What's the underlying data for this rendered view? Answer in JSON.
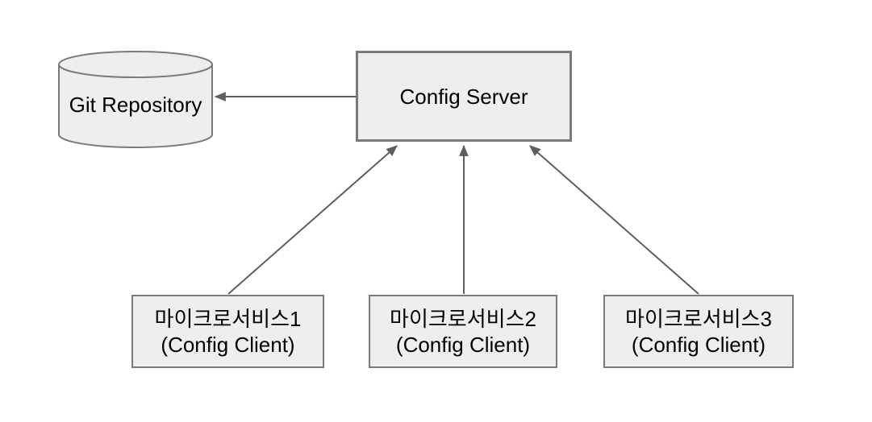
{
  "diagram": {
    "background_color": "#ffffff",
    "node_fill_color": "#eeeeee",
    "node_border_color": "#7a7a7a",
    "arrow_color": "#5f5f5f",
    "text_color": "#000000"
  },
  "nodes": {
    "git_repository": {
      "label": "Git Repository",
      "shape": "cylinder"
    },
    "config_server": {
      "label": "Config Server",
      "shape": "rectangle"
    },
    "client_1": {
      "label": "마이크로서비스1",
      "sublabel": "(Config Client)",
      "shape": "rectangle"
    },
    "client_2": {
      "label": "마이크로서비스2",
      "sublabel": "(Config Client)",
      "shape": "rectangle"
    },
    "client_3": {
      "label": "마이크로서비스3",
      "sublabel": "(Config Client)",
      "shape": "rectangle"
    }
  },
  "edges": [
    {
      "from": "config_server",
      "to": "git_repository",
      "arrowhead": "to"
    },
    {
      "from": "client_1",
      "to": "config_server",
      "arrowhead": "to"
    },
    {
      "from": "client_2",
      "to": "config_server",
      "arrowhead": "to"
    },
    {
      "from": "client_3",
      "to": "config_server",
      "arrowhead": "to"
    }
  ]
}
